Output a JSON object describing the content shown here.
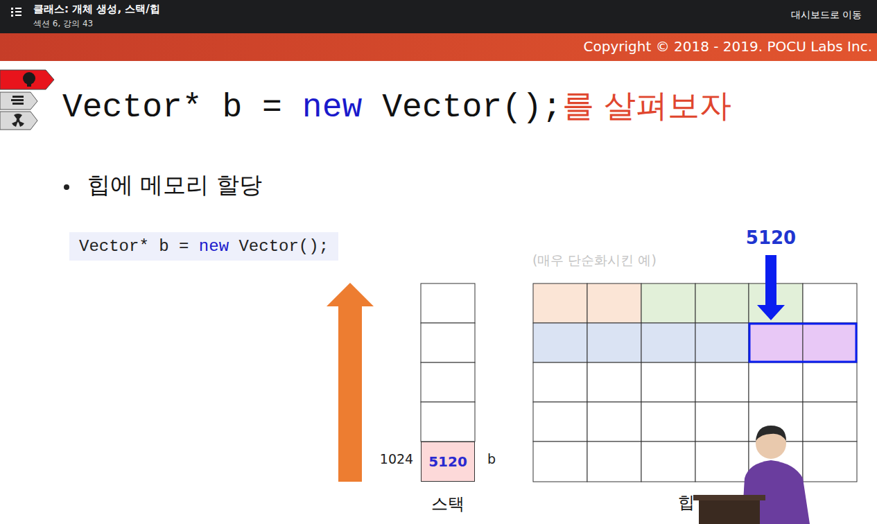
{
  "diagram": {
    "nodes": [
      {
        "text": [
          "Vector* b =",
          "new",
          "Vector();"
        ]
      },
      {
        "text": [
          "5120"
        ]
      }
    ],
    "labels": [
      "클래스: 개체 생성, 스택/힙",
      "섹션 6, 강의 43",
      "대시보드로 이동",
      "Copyright © 2018 - 2019. POCU Labs Inc.",
      "Vector* b =",
      "new",
      "Vector();",
      "를 살펴보자",
      "힙에 메모리 할당",
      "(매우 단순화시킨 예)",
      "5120",
      "1024",
      "b",
      "스택",
      "힙"
    ]
  }
}
